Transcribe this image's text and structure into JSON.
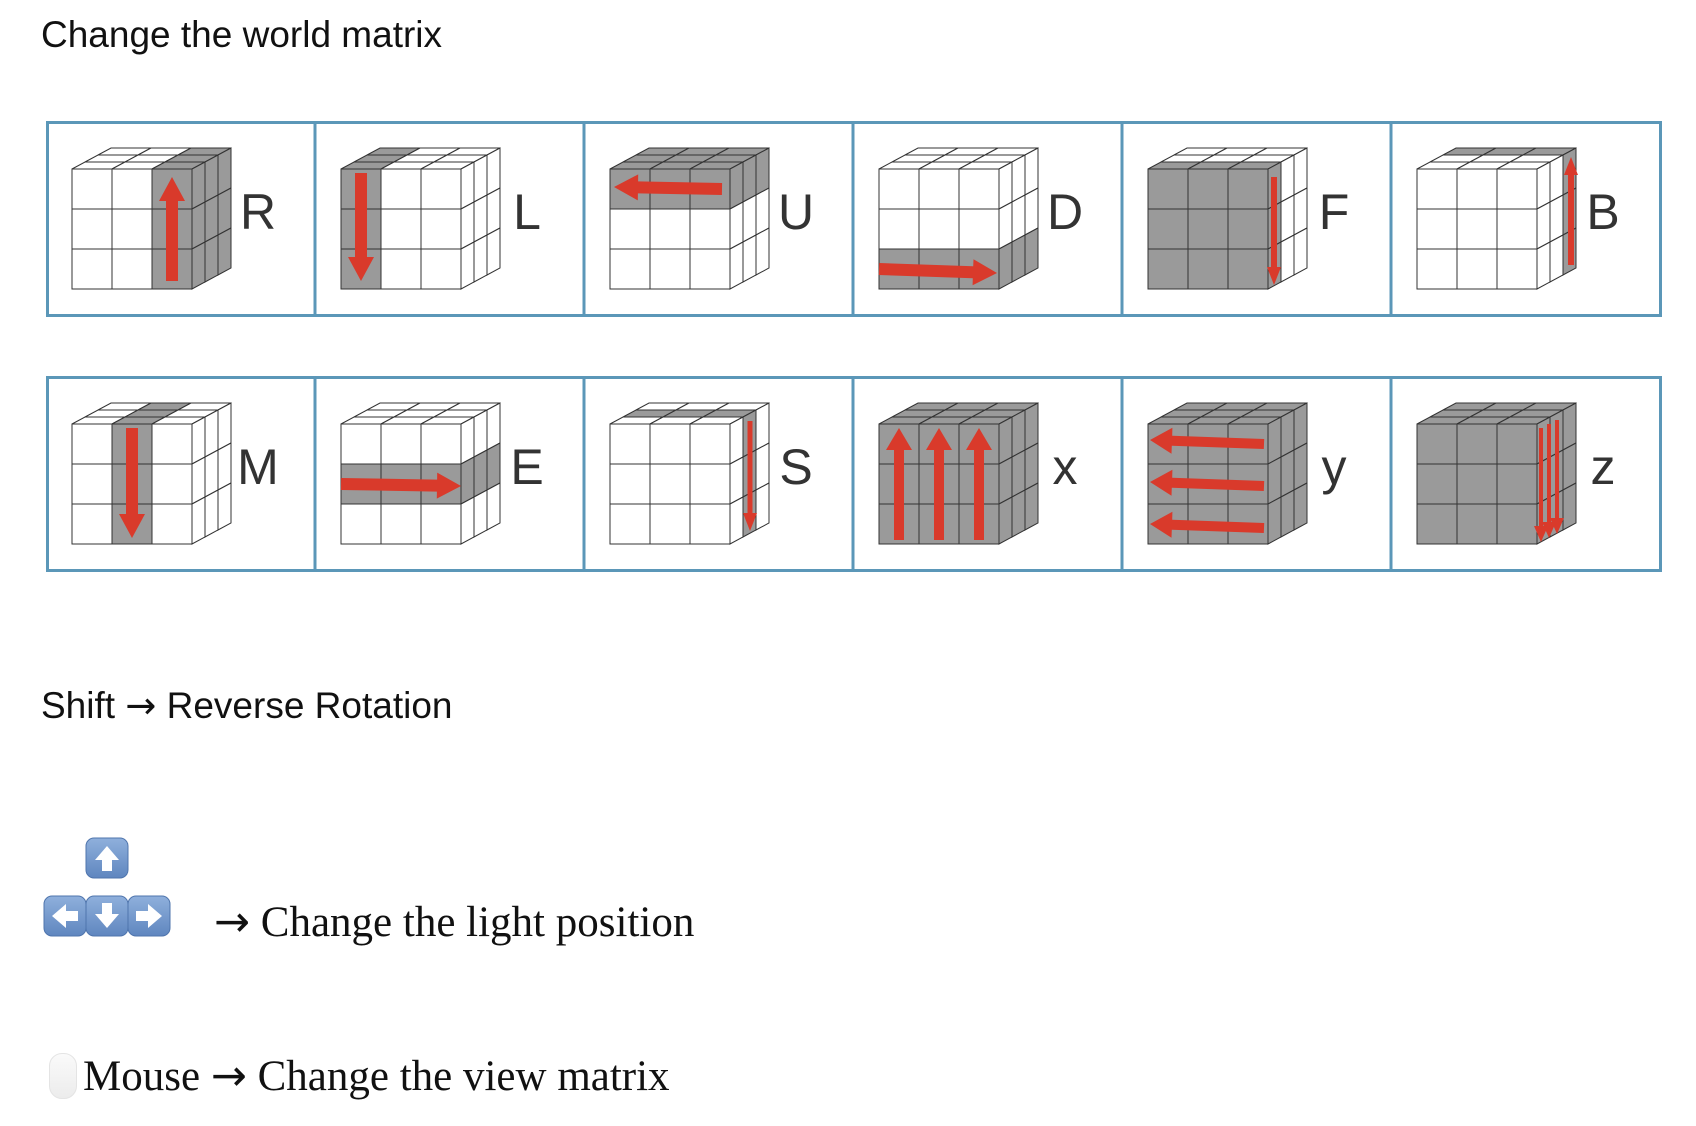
{
  "heading": "Change the world matrix",
  "moves_row1": [
    {
      "label": "R",
      "icon": "rotate-right-layer-up-icon"
    },
    {
      "label": "L",
      "icon": "rotate-left-layer-down-icon"
    },
    {
      "label": "U",
      "icon": "rotate-up-layer-left-icon"
    },
    {
      "label": "D",
      "icon": "rotate-down-layer-right-icon"
    },
    {
      "label": "F",
      "icon": "rotate-front-face-clockwise-icon"
    },
    {
      "label": "B",
      "icon": "rotate-back-face-icon"
    }
  ],
  "moves_row2": [
    {
      "label": "M",
      "icon": "rotate-middle-slice-down-icon"
    },
    {
      "label": "E",
      "icon": "rotate-equator-slice-right-icon"
    },
    {
      "label": "S",
      "icon": "rotate-standing-slice-icon"
    },
    {
      "label": "x",
      "icon": "rotate-cube-x-axis-icon"
    },
    {
      "label": "y",
      "icon": "rotate-cube-y-axis-icon"
    },
    {
      "label": "z",
      "icon": "rotate-cube-z-axis-icon"
    }
  ],
  "shift": {
    "key": "Shift",
    "arrow": "→",
    "text": "Reverse Rotation"
  },
  "light": {
    "arrow": "→",
    "text": "Change the light position",
    "icon": "arrow-keys-icon"
  },
  "mouse": {
    "key": "Mouse",
    "arrow": "→",
    "text": "Change the view matrix",
    "icon": "mouse-icon"
  },
  "colors": {
    "frame": "#5b97b8",
    "shade": "#9a9a9a",
    "arrow": "#d93a2b",
    "key": "#6d94c9"
  }
}
